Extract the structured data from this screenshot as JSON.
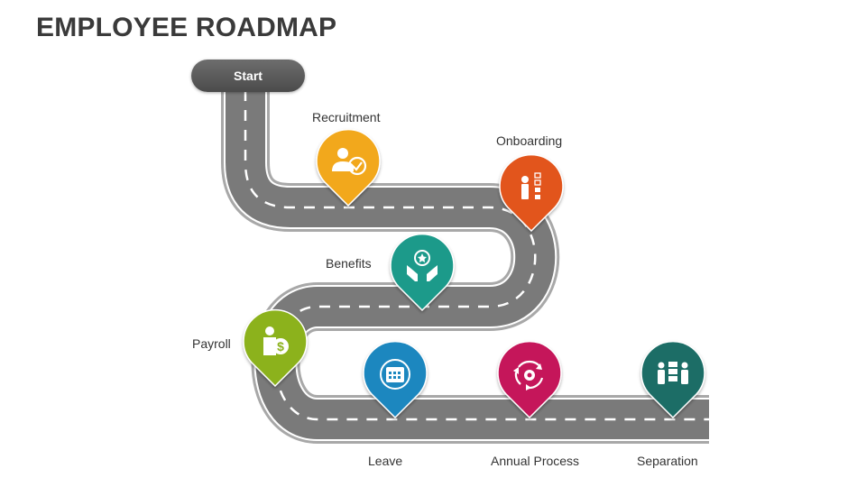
{
  "title": "EMPLOYEE ROADMAP",
  "start_label": "Start",
  "stages": [
    {
      "label": "Recruitment",
      "color": "#f2a81d",
      "icon": "recruitment-person-check-icon"
    },
    {
      "label": "Onboarding",
      "color": "#e2541c",
      "icon": "onboarding-person-checklist-icon"
    },
    {
      "label": "Benefits",
      "color": "#1f9a8a",
      "icon": "benefits-hands-star-icon"
    },
    {
      "label": "Payroll",
      "color": "#8cb21e",
      "icon": "payroll-person-dollar-icon"
    },
    {
      "label": "Leave",
      "color": "#1a87bf",
      "icon": "leave-calendar-icon"
    },
    {
      "label": "Annual Process",
      "color": "#c5185a",
      "icon": "annual-process-cycle-gear-icon"
    },
    {
      "label": "Separation",
      "color": "#1a6d66",
      "icon": "separation-people-icon"
    }
  ],
  "colors": {
    "road": "#7a7a7a",
    "road_edge": "#a8a8a8",
    "lane": "#ffffff",
    "title": "#3a3a3a"
  }
}
